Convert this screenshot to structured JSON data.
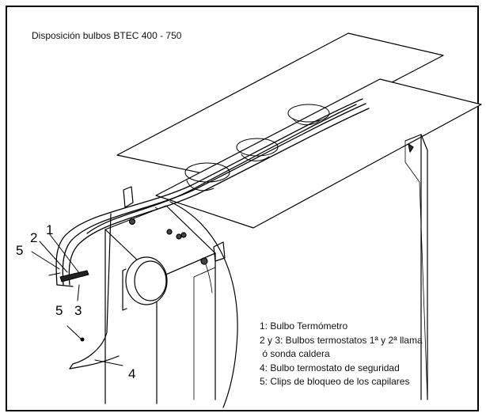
{
  "title": "Disposición bulbos BTEC 400 - 750",
  "callouts": {
    "c1": "1",
    "c2": "2",
    "c5_top": "5",
    "c3": "3",
    "c5_bottom": "5",
    "c4": "4"
  },
  "legend": [
    "1: Bulbo Termómetro",
    "2 y 3: Bulbos termostatos 1ª y 2ª llama",
    " ó sonda caldera",
    "4: Bulbo termostato de seguridad",
    "5: Clips de bloqueo de los capilares"
  ]
}
